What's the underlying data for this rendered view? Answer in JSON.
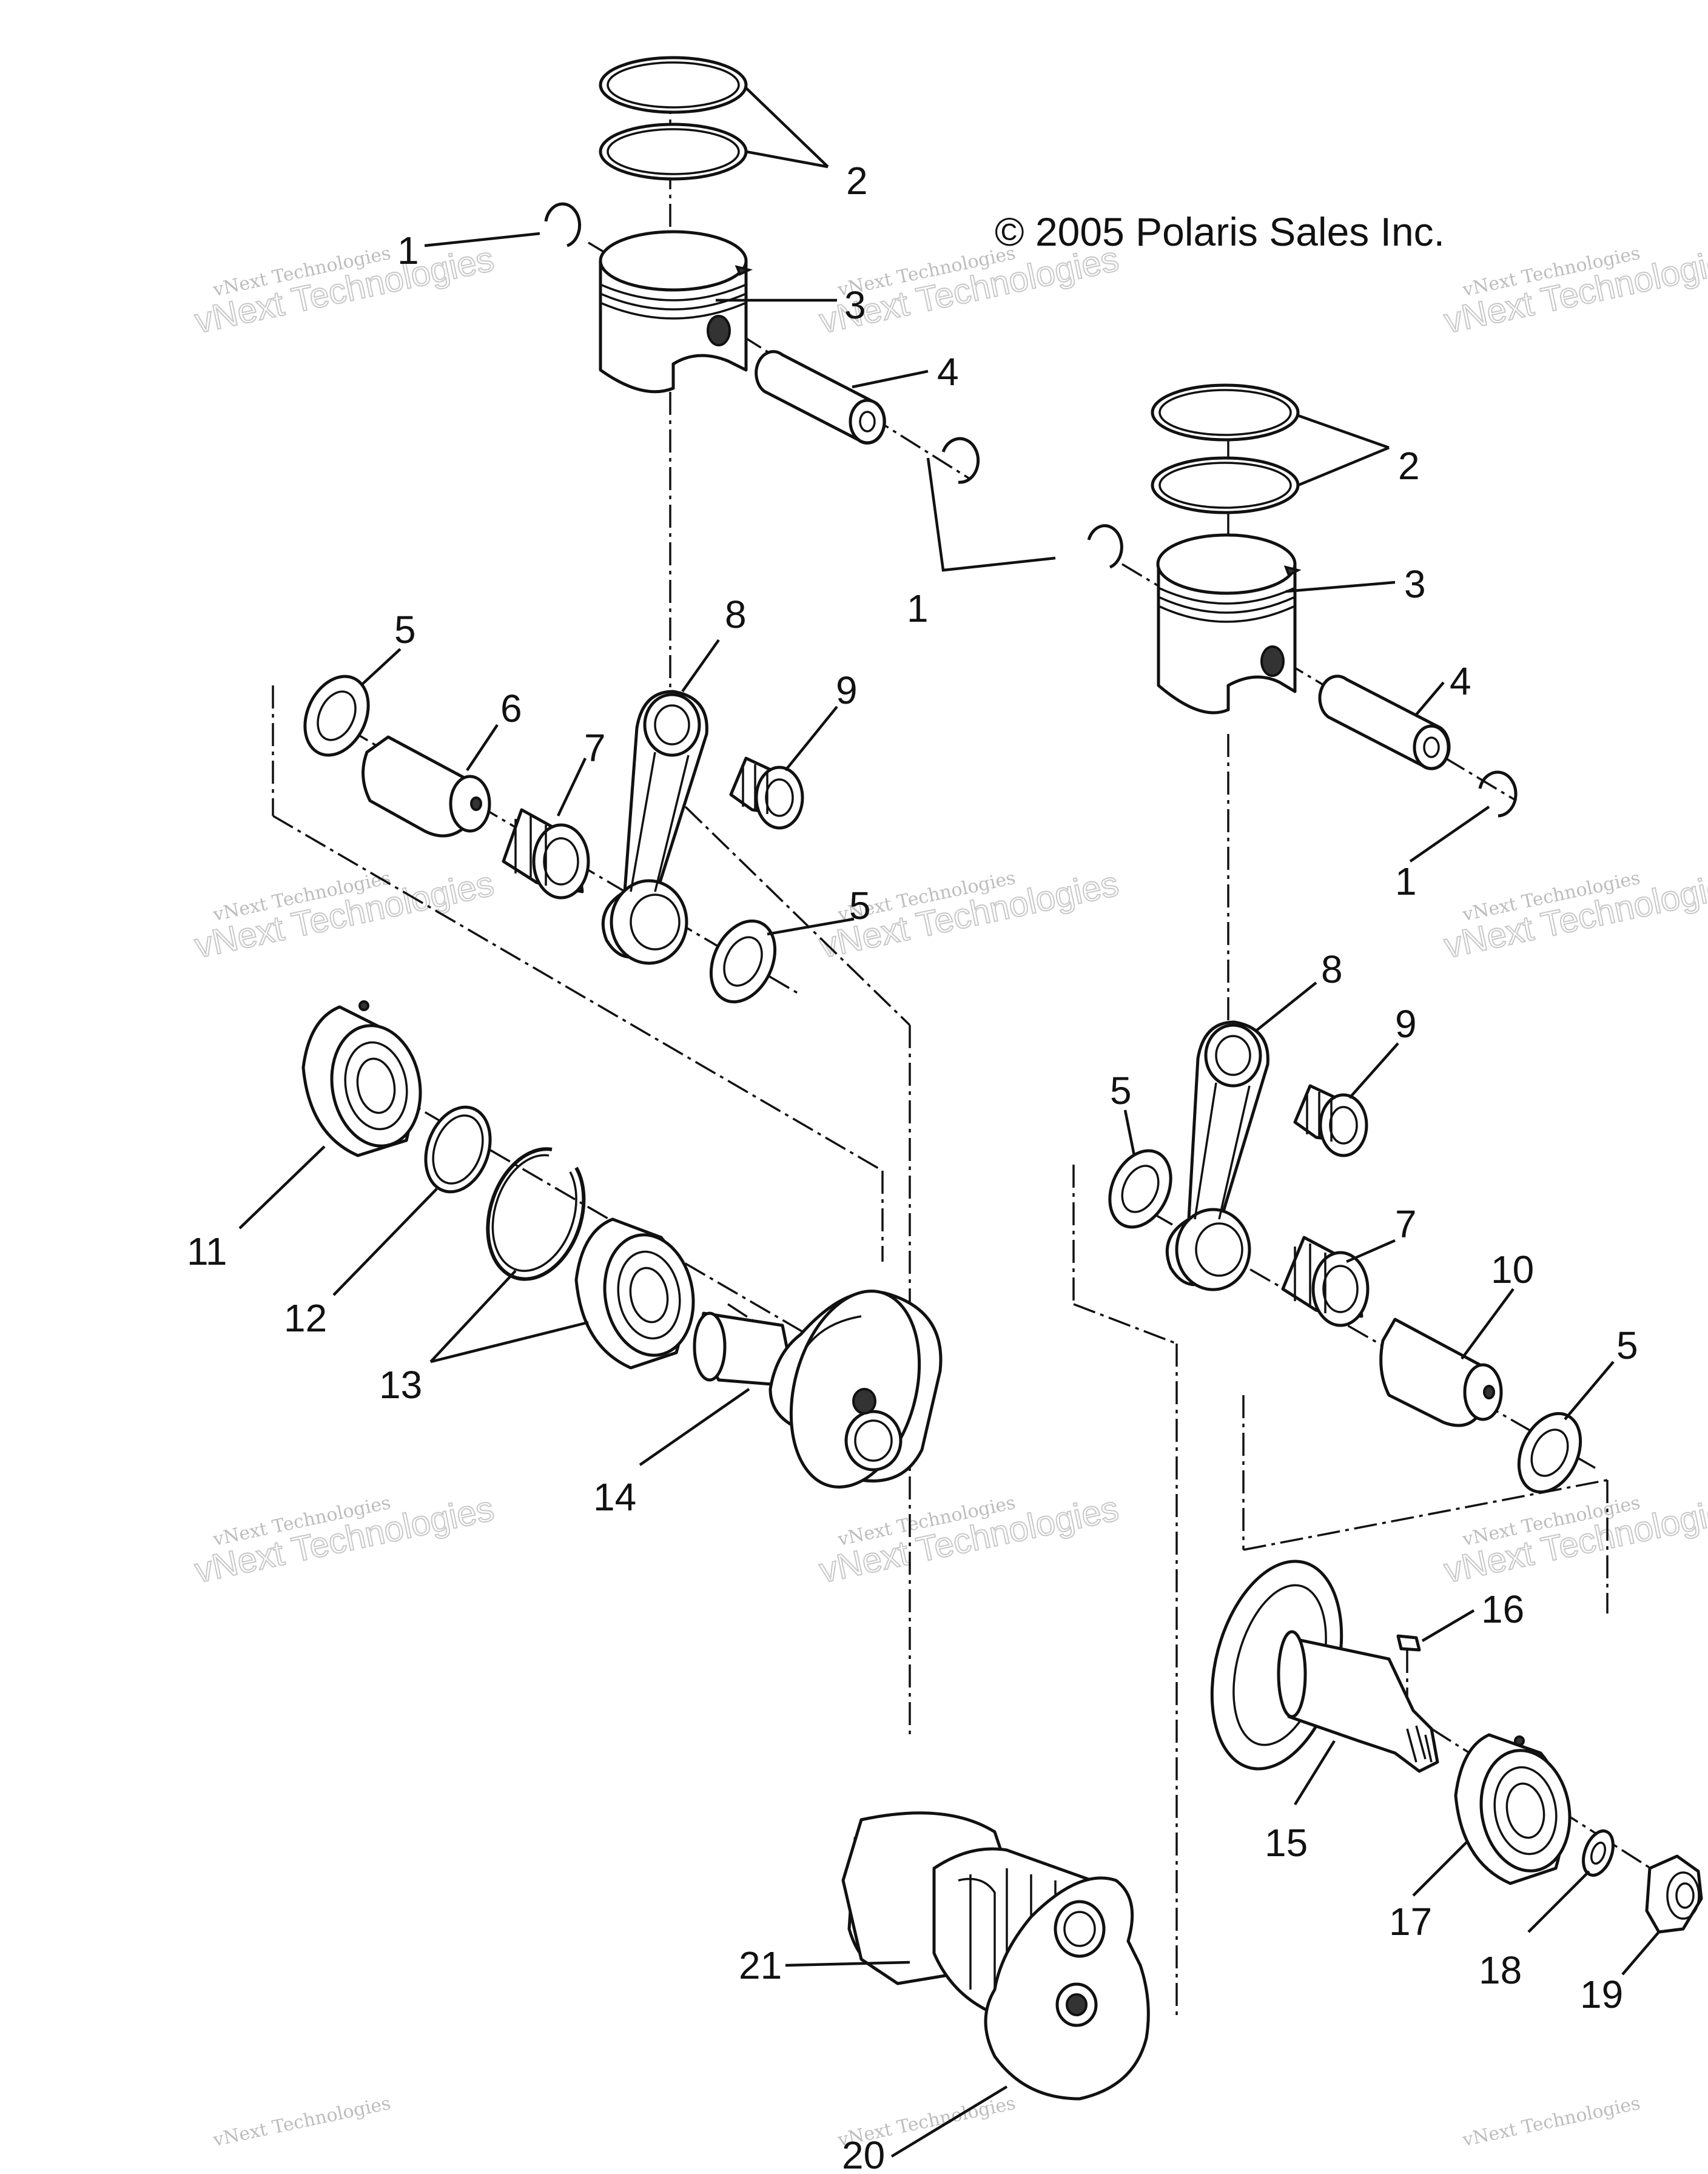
{
  "copyright": "© 2005 Polaris Sales Inc.",
  "watermark": {
    "line_small": "vNext Technologies",
    "line_big": "vNext Technologies"
  },
  "callouts": {
    "c1a": "1",
    "c1b": "1",
    "c1c": "1",
    "c2a": "2",
    "c2b": "2",
    "c3a": "3",
    "c3b": "3",
    "c4a": "4",
    "c4b": "4",
    "c5a": "5",
    "c5b": "5",
    "c5c": "5",
    "c5d": "5",
    "c6": "6",
    "c7a": "7",
    "c7b": "7",
    "c8a": "8",
    "c8b": "8",
    "c9a": "9",
    "c9b": "9",
    "c10": "10",
    "c11": "11",
    "c12": "12",
    "c13": "13",
    "c14": "14",
    "c15": "15",
    "c16": "16",
    "c17": "17",
    "c18": "18",
    "c19": "19",
    "c20": "20",
    "c21": "21"
  },
  "icons": {
    "piston": "piston-icon",
    "ring": "piston-ring-icon",
    "pin": "piston-pin-icon",
    "circlip": "circlip-icon",
    "rod": "connecting-rod-icon",
    "needle_bearing": "needle-bearing-icon",
    "washer": "thrust-washer-icon",
    "ball_bearing": "ball-bearing-icon",
    "crank_half": "crankshaft-half-icon",
    "key": "woodruff-key-icon",
    "nut": "hex-nut-icon"
  }
}
